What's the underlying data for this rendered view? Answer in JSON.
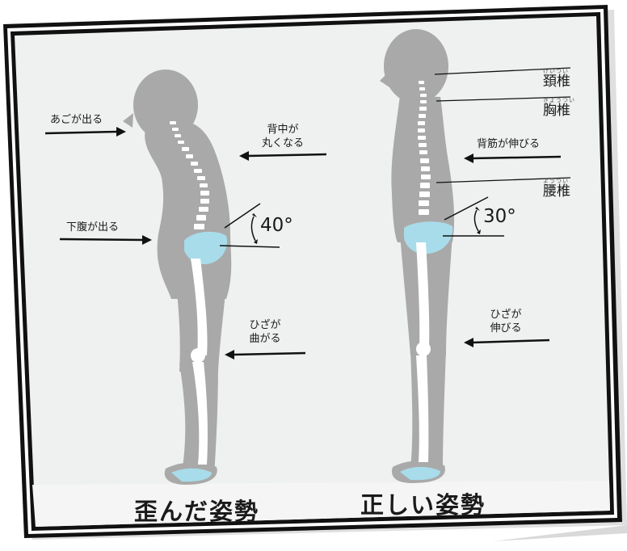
{
  "colors": {
    "background": "#eef1f0",
    "body": "#a9a9a9",
    "bone": "#ffffff",
    "pelvis": "#a8dcea",
    "text": "#1a1a1a",
    "frame": "#111111"
  },
  "left_figure": {
    "caption": "歪んだ姿勢",
    "angle": "40°",
    "labels": {
      "chin": "あごが出る",
      "back_line1": "背中が",
      "back_line2": "丸くなる",
      "belly": "下腹が出る",
      "knee_line1": "ひざが",
      "knee_line2": "曲がる"
    }
  },
  "right_figure": {
    "caption": "正しい姿勢",
    "angle": "30°",
    "labels": {
      "spine": "背筋が伸びる",
      "knee_line1": "ひざが",
      "knee_line2": "伸びる"
    },
    "vertebrae": [
      {
        "ruby": "けいつい",
        "name": "頚椎"
      },
      {
        "ruby": "きょうつい",
        "name": "胸椎"
      },
      {
        "ruby": "ようつい",
        "name": "腰椎"
      }
    ]
  }
}
